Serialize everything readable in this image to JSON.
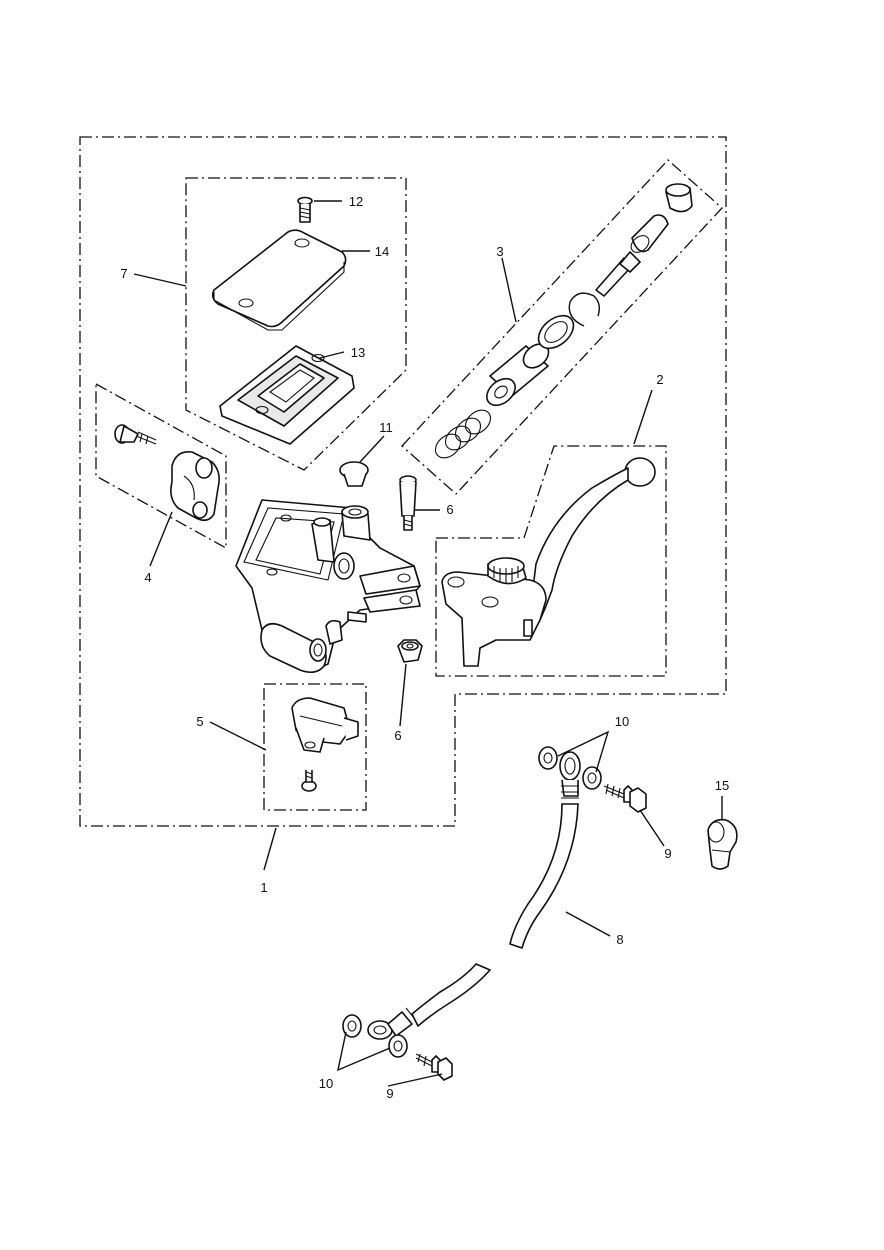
{
  "callouts": {
    "c1": "1",
    "c2": "2",
    "c3": "3",
    "c4": "4",
    "c5": "5",
    "c6a": "6",
    "c6b": "6",
    "c7": "7",
    "c8": "8",
    "c9a": "9",
    "c9b": "9",
    "c10a": "10",
    "c10b": "10",
    "c11": "11",
    "c12": "12",
    "c13": "13",
    "c14": "14",
    "c15": "15"
  }
}
